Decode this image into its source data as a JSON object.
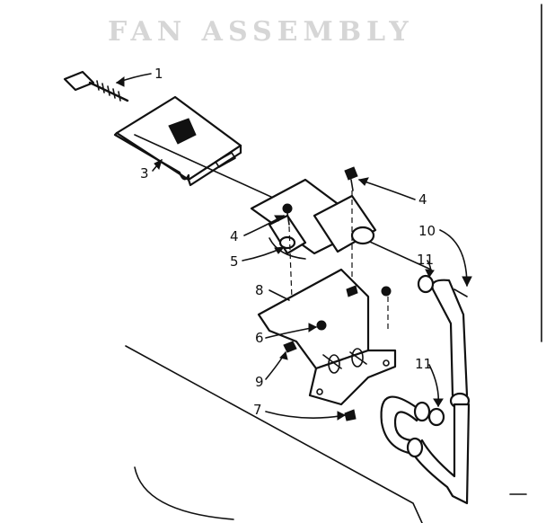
{
  "diagram": {
    "title": "FAN ASSEMBLY",
    "callouts": [
      "1",
      "3",
      "4",
      "4",
      "5",
      "8",
      "6",
      "9",
      "7",
      "10",
      "11",
      "11"
    ]
  },
  "icons": {
    "leader_arrow": "arrow-icon"
  }
}
